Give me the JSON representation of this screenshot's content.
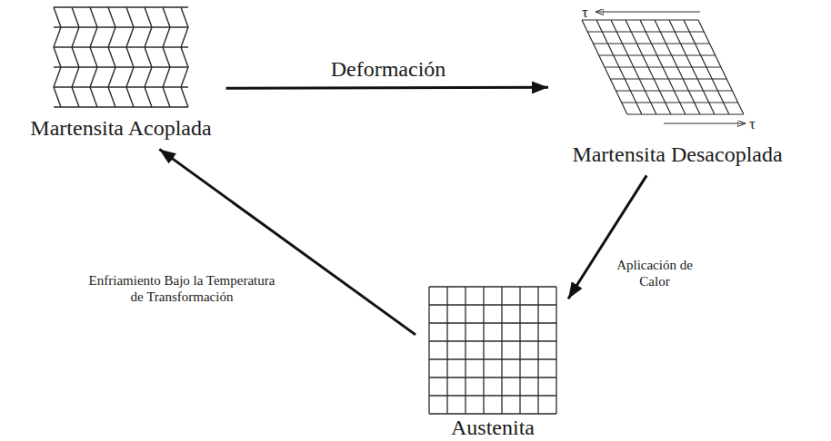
{
  "diagram": {
    "nodes": [
      {
        "text": [
          "Martensita Acoplada"
        ]
      },
      {
        "text": [
          "Martensita Desacoplada"
        ]
      },
      {
        "text": [
          "Austenita"
        ]
      }
    ],
    "edges": [
      {
        "from": 0,
        "to": 1,
        "label": "Deformación",
        "arrow": "to"
      },
      {
        "from": 1,
        "to": 2,
        "label": "Aplicación de Calor",
        "arrow": "to"
      },
      {
        "from": 2,
        "to": 0,
        "label": "Enfriamiento Bajo la Temperatura de Transformación",
        "arrow": "to"
      }
    ],
    "labels": [
      "τ",
      "τ"
    ]
  }
}
